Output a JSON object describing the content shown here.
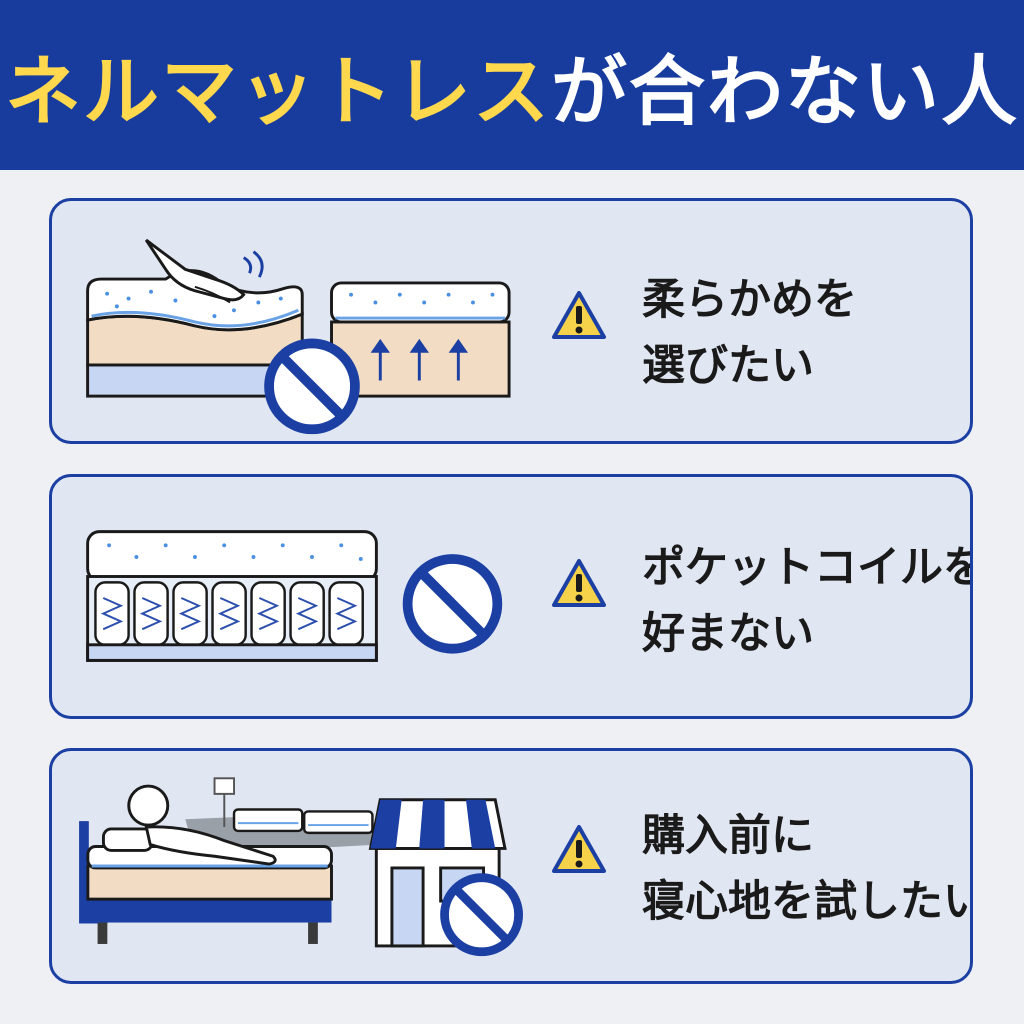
{
  "header": {
    "title_highlight": "ネルマットレス",
    "title_rest": "が合わない人"
  },
  "colors": {
    "header_bg": "#183c9e",
    "highlight": "#ffd84d",
    "card_bg": "#e1e7f2",
    "card_border": "#1b3fa3",
    "warning_yellow": "#f6d24a"
  },
  "cards": [
    {
      "icon": "soft-mattress-vs-firm-mattress",
      "label_lines": [
        "柔らかめを",
        "選びたい"
      ]
    },
    {
      "icon": "pocket-coil-mattress",
      "label_lines": [
        "ポケットコイルを",
        "好まない"
      ]
    },
    {
      "icon": "showroom-try-before-buy",
      "label_lines": [
        "購入前に",
        "寝心地を試したい"
      ]
    }
  ]
}
